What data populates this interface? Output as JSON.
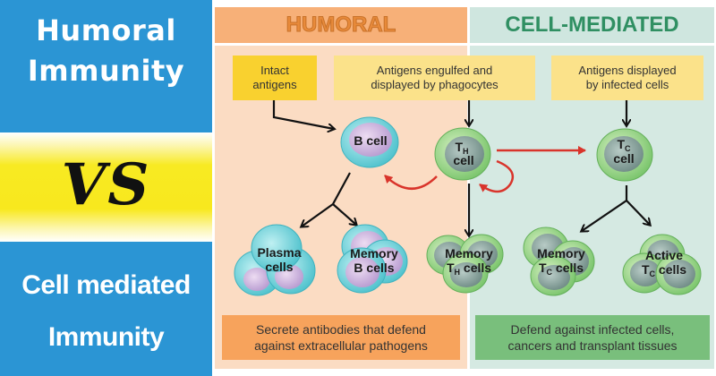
{
  "left_column": {
    "top_title_line1": "Humoral",
    "top_title_line2": "Immunity",
    "vs_text": "VS",
    "bottom_title_line1": "Cell mediated",
    "bottom_title_line2": "Immunity",
    "colors": {
      "blue": "#2b95d4",
      "yellow": "#f8e81e"
    }
  },
  "humoral": {
    "header": "HUMORAL",
    "colors": {
      "header_bg": "#f7b078",
      "panel_bg": "#fbdcc3",
      "title": "#e88a3a"
    },
    "input_box": {
      "line1": "Intact",
      "line2": "antigens"
    },
    "b_cell": {
      "label": "B cell"
    },
    "plasma_cells": {
      "line1": "Plasma",
      "line2": "cells"
    },
    "memory_b_cells": {
      "line1": "Memory",
      "line2": "B cells"
    },
    "summary": {
      "line1": "Secrete antibodies that defend",
      "line2": "against extracellular pathogens"
    }
  },
  "shared": {
    "engulfed_box": {
      "line1": "Antigens engulfed and",
      "line2": "displayed by phagocytes"
    },
    "th_cell": {
      "main": "T",
      "sub": "H",
      "line2": "cell"
    },
    "memory_th_cells": {
      "line1": "Memory",
      "line2_main": "T",
      "line2_sub": "H",
      "line2_rest": " cells"
    }
  },
  "cell_mediated": {
    "header": "CELL-MEDIATED",
    "colors": {
      "header_bg": "#cfe6df",
      "panel_bg": "#d5e9e2",
      "title": "#2f8f62"
    },
    "input_box": {
      "line1": "Antigens displayed",
      "line2": "by infected cells"
    },
    "tc_cell": {
      "main": "T",
      "sub": "C",
      "line2": "cell"
    },
    "memory_tc_cells": {
      "line1": "Memory",
      "line2_main": "T",
      "line2_sub": "C",
      "line2_rest": " cells"
    },
    "active_tc_cells": {
      "line1": "Active",
      "line2_main": "T",
      "line2_sub": "C",
      "line2_rest": " cells"
    },
    "summary": {
      "line1": "Defend against infected cells,",
      "line2": "cancers and transplant tissues"
    }
  },
  "arrow_colors": {
    "flow": "#111111",
    "helper": "#d9342b"
  }
}
